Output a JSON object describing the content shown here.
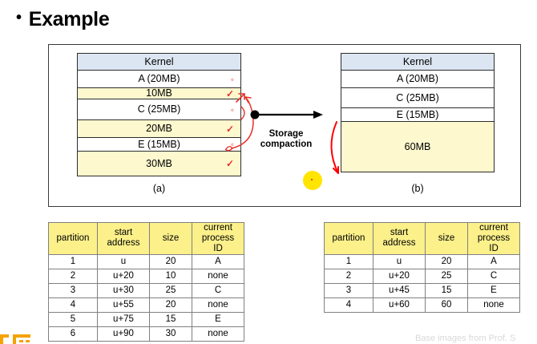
{
  "slide": {
    "bullet_glyph": "•",
    "title": "Example"
  },
  "figure": {
    "left_caption": "(a)",
    "right_caption": "(b)",
    "arrow_label_line1": "Storage",
    "arrow_label_line2": "compaction",
    "colors": {
      "kernel_fill": "#dce6f2",
      "hole_fill": "#fdf8ce",
      "block_border": "#2d2d2d",
      "annotation_red": "#e8302a",
      "highlight_yellow": "#ffe500",
      "table_header_yellow": "#fbf08a"
    },
    "before": {
      "blocks": [
        {
          "label": "Kernel",
          "kind": "kernel",
          "height": 21,
          "mark": ""
        },
        {
          "label": "A (20MB)",
          "kind": "used",
          "height": 22,
          "mark": "o"
        },
        {
          "label": "10MB",
          "kind": "hole",
          "height": 14,
          "mark": "v"
        },
        {
          "label": "C (25MB)",
          "kind": "used",
          "height": 26,
          "mark": "o"
        },
        {
          "label": "20MB",
          "kind": "hole",
          "height": 22,
          "mark": "v"
        },
        {
          "label": "E (15MB)",
          "kind": "used",
          "height": 17,
          "mark": "o"
        },
        {
          "label": "30MB",
          "kind": "hole",
          "height": 32,
          "mark": "v"
        }
      ]
    },
    "after": {
      "blocks": [
        {
          "label": "Kernel",
          "kind": "kernel",
          "height": 21
        },
        {
          "label": "A (20MB)",
          "kind": "used",
          "height": 22
        },
        {
          "label": "C (25MB)",
          "kind": "used",
          "height": 25
        },
        {
          "label": "E (15MB)",
          "kind": "used",
          "height": 17
        },
        {
          "label": "60MB",
          "kind": "hole",
          "height": 64
        }
      ]
    }
  },
  "tables": {
    "columns": [
      "partition",
      "start address",
      "size",
      "current process ID"
    ],
    "before_rows": [
      {
        "partition": "1",
        "address": "u",
        "size": "20",
        "process": "A"
      },
      {
        "partition": "2",
        "address": "u+20",
        "size": "10",
        "process": "none"
      },
      {
        "partition": "3",
        "address": "u+30",
        "size": "25",
        "process": "C"
      },
      {
        "partition": "4",
        "address": "u+55",
        "size": "20",
        "process": "none"
      },
      {
        "partition": "5",
        "address": "u+75",
        "size": "15",
        "process": "E"
      },
      {
        "partition": "6",
        "address": "u+90",
        "size": "30",
        "process": "none"
      }
    ],
    "after_rows": [
      {
        "partition": "1",
        "address": "u",
        "size": "20",
        "process": "A"
      },
      {
        "partition": "2",
        "address": "u+20",
        "size": "25",
        "process": "C"
      },
      {
        "partition": "3",
        "address": "u+45",
        "size": "15",
        "process": "E"
      },
      {
        "partition": "4",
        "address": "u+60",
        "size": "60",
        "process": "none"
      }
    ]
  },
  "footer": {
    "credit": "Base images from Prof. S"
  }
}
